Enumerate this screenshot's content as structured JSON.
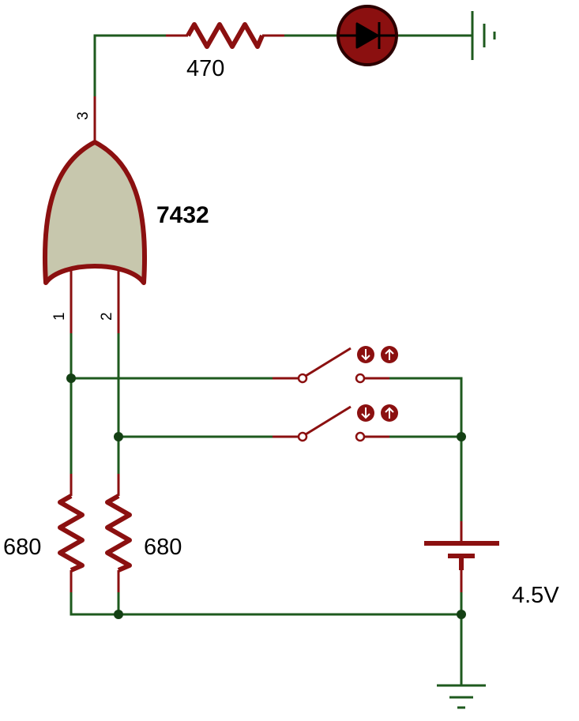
{
  "colors": {
    "wire": "#1e5a1e",
    "component": "#8b1010",
    "gate_fill": "#c7c7ad",
    "led_body": "#8b1010",
    "led_ring": "#2b0000",
    "junction": "#144014",
    "button": "#8b1010",
    "text": "#000000"
  },
  "gate": {
    "part_number": "7432",
    "pins": {
      "in1": "1",
      "in2": "2",
      "out": "3"
    }
  },
  "resistors": {
    "led_series": "470",
    "pulldown_1": "680",
    "pulldown_2": "680"
  },
  "battery": {
    "voltage": "4.5V"
  },
  "led": {
    "icon": "diode-icon"
  },
  "switches": [
    {
      "icon_down": "arrow-down-icon",
      "icon_up": "arrow-up-icon"
    },
    {
      "icon_down": "arrow-down-icon",
      "icon_up": "arrow-up-icon"
    }
  ],
  "grounds": {
    "top": "ground-icon",
    "bottom": "ground-icon"
  }
}
